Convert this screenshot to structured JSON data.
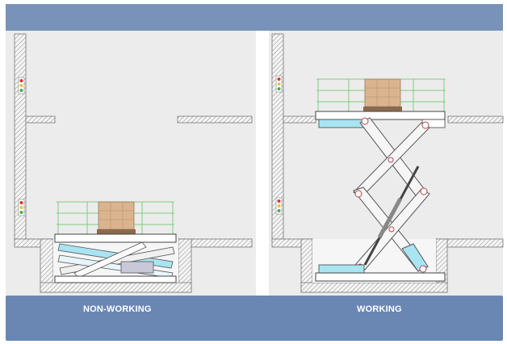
{
  "captions": {
    "left": "NON-WORKING",
    "right": "WORKING"
  },
  "colors": {
    "header_band": "#7892b9",
    "footer_band": "#6a86b3",
    "background": "#ececec",
    "hatch": "#888888",
    "railing": "#7fcc7f",
    "cyan_highlight": "#a9e4f2",
    "pallet_box": "#d9b48e",
    "pallet_base": "#8a6a4d"
  },
  "panels": [
    {
      "state": "lowered",
      "traffic_light_icons": [
        "red-light-icon",
        "yellow-light-icon",
        "green-light-icon"
      ]
    },
    {
      "state": "raised",
      "traffic_light_icons": [
        "red-light-icon",
        "yellow-light-icon",
        "green-light-icon"
      ]
    }
  ]
}
